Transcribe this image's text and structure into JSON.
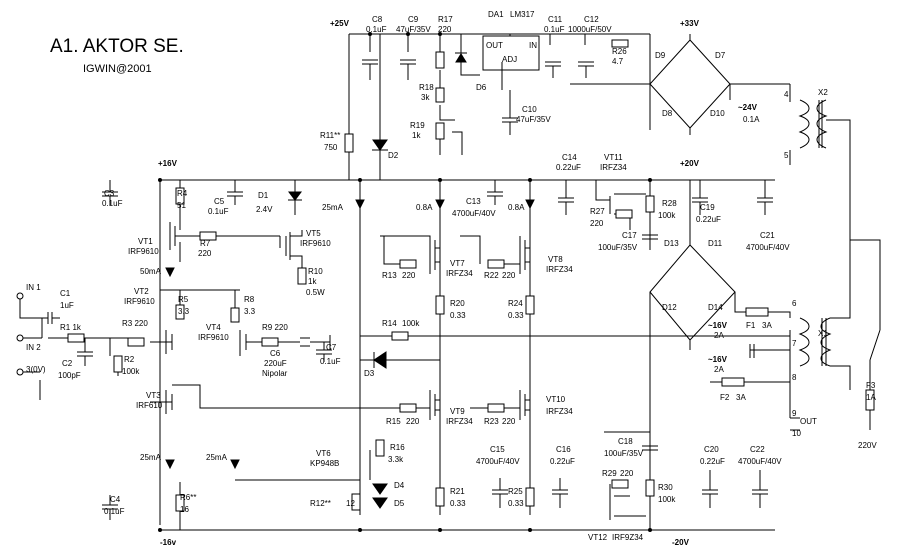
{
  "title": "A1. AKTOR SE.",
  "author": "IGWIN@2001",
  "rails": {
    "p25": "+25V",
    "p33": "+33V",
    "p16": "+16V",
    "p20": "+20V",
    "m16": "-16v",
    "m20": "-20V"
  },
  "inputs": {
    "in1": "IN 1",
    "in2": "IN 2",
    "gnd": "3(0V)"
  },
  "outputs": {
    "out9": "9",
    "out_label": "OUT",
    "out10": "10",
    "mains": "220V"
  },
  "top": {
    "c8": "C8",
    "c8v": "0.1uF",
    "c9": "C9",
    "c9v": "47uF/35V",
    "r17": "R17",
    "r17v": "220",
    "da1": "DA1",
    "lm317": "LM317",
    "out": "OUT",
    "adj": "ADJ",
    "in": "IN",
    "c11": "C11",
    "c11v": "0.1uF",
    "c12": "C12",
    "c12v": "1000uF/50V",
    "r26": "R26",
    "r26v": "4.7",
    "r18": "R18",
    "r18v": "3k",
    "d6": "D6",
    "c10": "C10",
    "c10v": "47uF/35V",
    "r19": "R19",
    "r19v": "1k",
    "r11": "R11**",
    "r11v": "750",
    "d2": "D2",
    "d7": "D7",
    "d8": "D8",
    "d9": "D9",
    "d10": "D10",
    "ac24": "~24V",
    "ac24a": "0.1A",
    "x2": "X2",
    "p4": "4",
    "p5": "5"
  },
  "left": {
    "c3": "C3",
    "c3v": "0.1uF",
    "r4": "R4",
    "r4v": "51",
    "c5": "C5",
    "c5v": "0.1uF",
    "d1": "D1",
    "d1v": "2.4V",
    "vt1": "VT1",
    "vt1t": "IRF9610",
    "r7": "R7",
    "r7v": "220",
    "vt5": "VT5",
    "vt5t": "IRF9610",
    "r10": "R10",
    "r10v": "1k",
    "r10w": "0.5W",
    "i50": "50mA",
    "vt2": "VT2",
    "vt2t": "IRF9610",
    "r5": "R5",
    "r5v": "3.3",
    "r8": "R8",
    "r8v": "3.3",
    "vt4": "VT4",
    "vt4t": "IRF9610",
    "r9": "R9 220",
    "c6": "C6",
    "c6v": "220uF",
    "c6t": "Nipolar",
    "c7": "C7",
    "c7v": "0.1uF",
    "c1": "C1",
    "c1v": "1uF",
    "r1": "R1 1k",
    "r3": "R3 220",
    "c2": "C2",
    "c2v": "100pF",
    "r2": "R2",
    "r2v": "100k",
    "vt3": "VT3",
    "vt3t": "IRF610",
    "i25a": "25mA",
    "i25b": "25mA",
    "c4": "C4",
    "c4v": "0.1uF",
    "r6": "R6**",
    "r6v": "16",
    "vt6": "VT6",
    "vt6t": "KP948B",
    "r16": "R16",
    "r16v": "3.3k",
    "d4": "D4",
    "d5": "D5",
    "r12": "R12**",
    "r12v": "12",
    "r15": "R15",
    "r15v": "220",
    "d3": "D3",
    "i25c": "25mA"
  },
  "mid": {
    "i08a": "0.8A",
    "i08b": "0.8A",
    "c13": "C13",
    "c13v": "4700uF/40V",
    "vt7": "VT7",
    "vt7t": "IRFZ34",
    "vt8": "VT8",
    "vt8t": "IRFZ34",
    "r13": "R13",
    "r13v": "220",
    "r22": "R22",
    "r22v": "220",
    "r20": "R20",
    "r20v": "0.33",
    "r24": "R24",
    "r24v": "0.33",
    "r14": "R14",
    "r14v": "100k",
    "vt9": "VT9",
    "vt9t": "IRFZ34",
    "vt10": "VT10",
    "vt10t": "IRFZ34",
    "r23": "R23",
    "r23v": "220",
    "c15": "C15",
    "c15v": "4700uF/40V",
    "c16": "C16",
    "c16v": "0.22uF",
    "r21": "R21",
    "r21v": "0.33",
    "r25": "R25",
    "r25v": "0.33",
    "c14": "C14",
    "c14v": "0.22uF",
    "vt11": "VT11",
    "vt11t": "IRFZ34"
  },
  "right": {
    "r27": "R27",
    "r27v": "220",
    "r28": "R28",
    "r28v": "100k",
    "c19": "C19",
    "c19v": "0.22uF",
    "c17": "C17",
    "c17v": "100uF/35V",
    "c21": "C21",
    "c21v": "4700uF/40V",
    "d11": "D11",
    "d12": "D12",
    "d13": "D13",
    "d14": "D14",
    "f1": "F1",
    "f1v": "3A",
    "f2": "F2",
    "f2v": "3A",
    "p6": "6",
    "p7": "7",
    "p8": "8",
    "ac16a": "~16V",
    "ac16a2": "2A",
    "ac16b": "~16V",
    "ac16b2": "2A",
    "x1": "X1",
    "f3": "F3",
    "f3v": "1A",
    "c18": "C18",
    "c18v": "100uF/35V",
    "r29": "R29",
    "r29v": "220",
    "r30": "R30",
    "r30v": "100k",
    "c20": "C20",
    "c20v": "0.22uF",
    "c22": "C22",
    "c22v": "4700uF/40V",
    "vt12": "VT12",
    "vt12t": "IRF9Z34"
  }
}
